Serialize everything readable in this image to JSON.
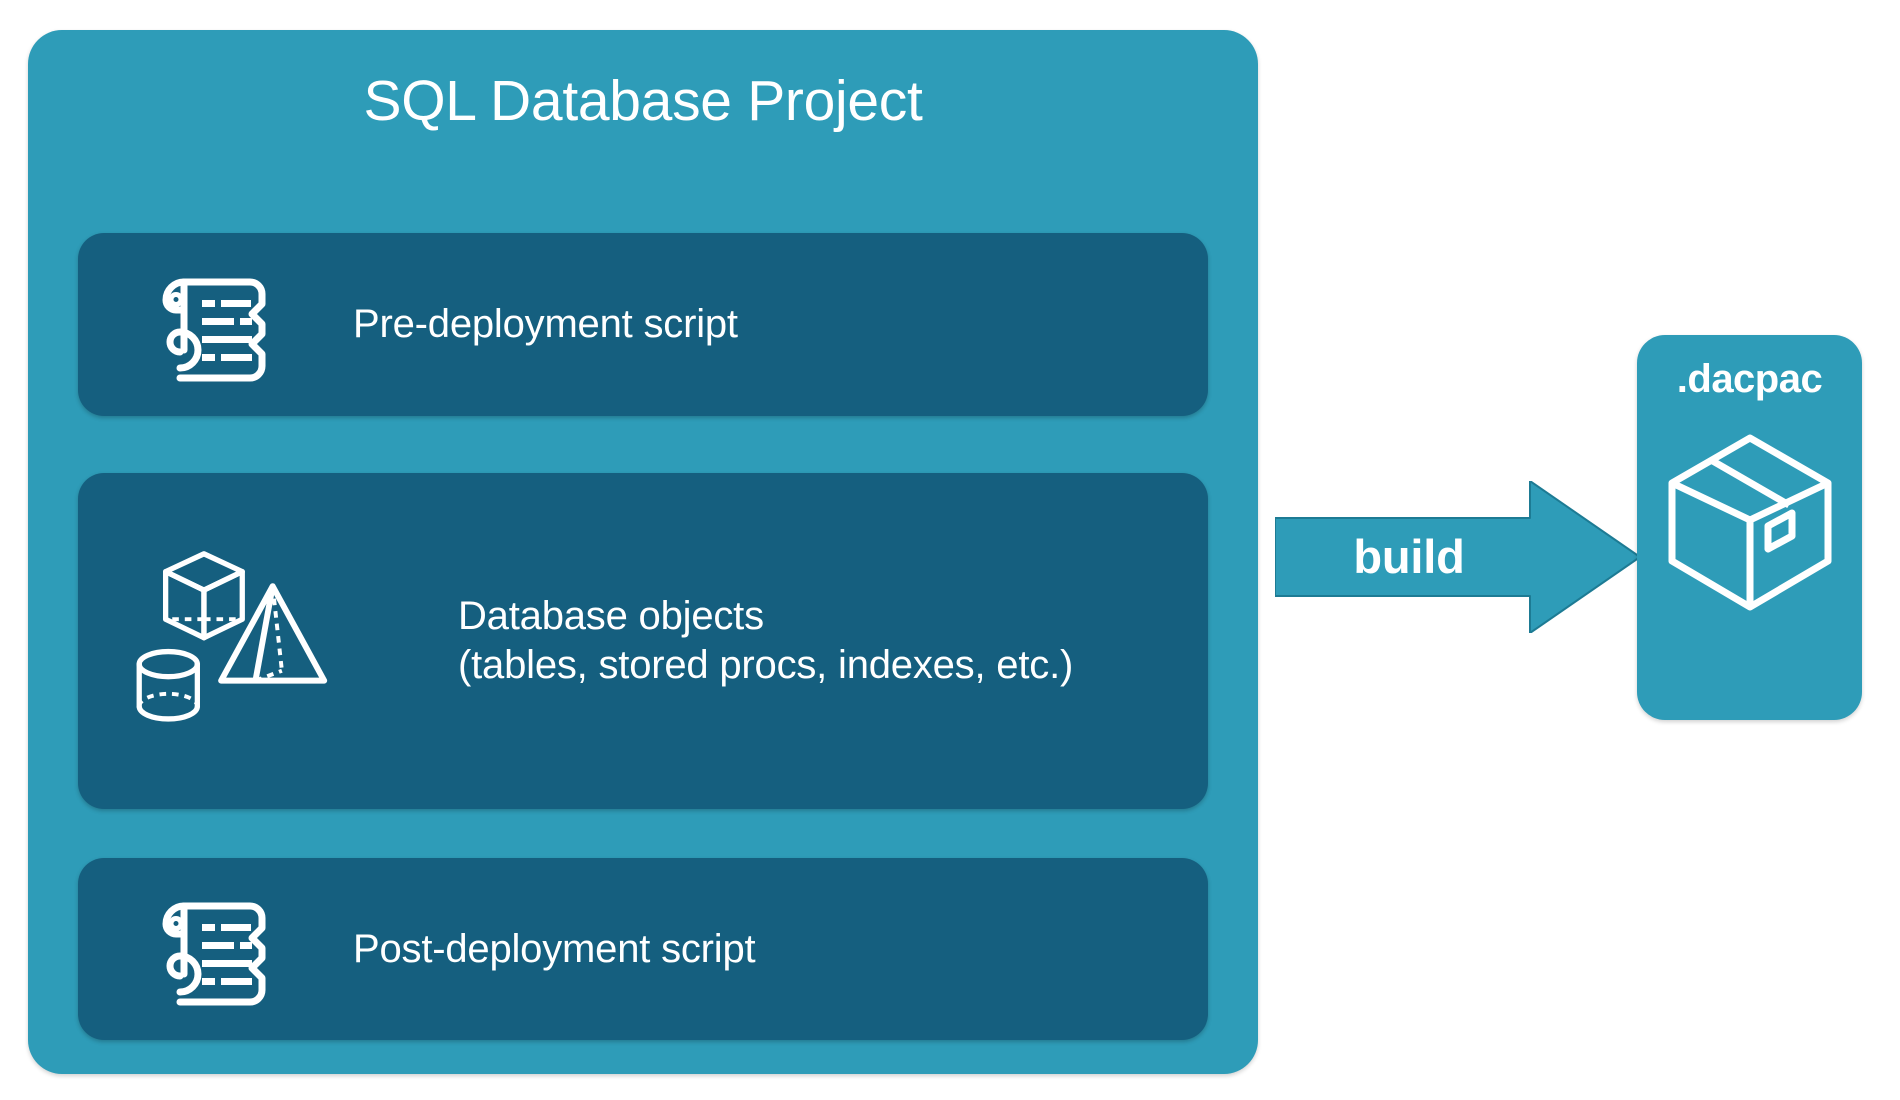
{
  "diagram": {
    "type": "flow-diagram",
    "background": "#ffffff",
    "colors": {
      "container": "#2e9cb8",
      "card": "#155f7f",
      "text": "#ffffff",
      "arrow": "#2e9cb8"
    }
  },
  "project": {
    "title": "SQL Database Project",
    "cards": [
      {
        "id": "pre-deployment",
        "label": "Pre-deployment script",
        "icon": "scroll-icon"
      },
      {
        "id": "database-objects",
        "label_line1": "Database objects",
        "label_line2": "(tables, stored procs, indexes, etc.)",
        "icons": [
          "cube-icon",
          "pyramid-icon",
          "cylinder-icon"
        ]
      },
      {
        "id": "post-deployment",
        "label": "Post-deployment script",
        "icon": "scroll-icon"
      }
    ]
  },
  "arrow": {
    "label": "build",
    "direction": "right",
    "icon": "arrow-right-icon"
  },
  "output": {
    "title": ".dacpac",
    "icon": "package-box-icon"
  }
}
